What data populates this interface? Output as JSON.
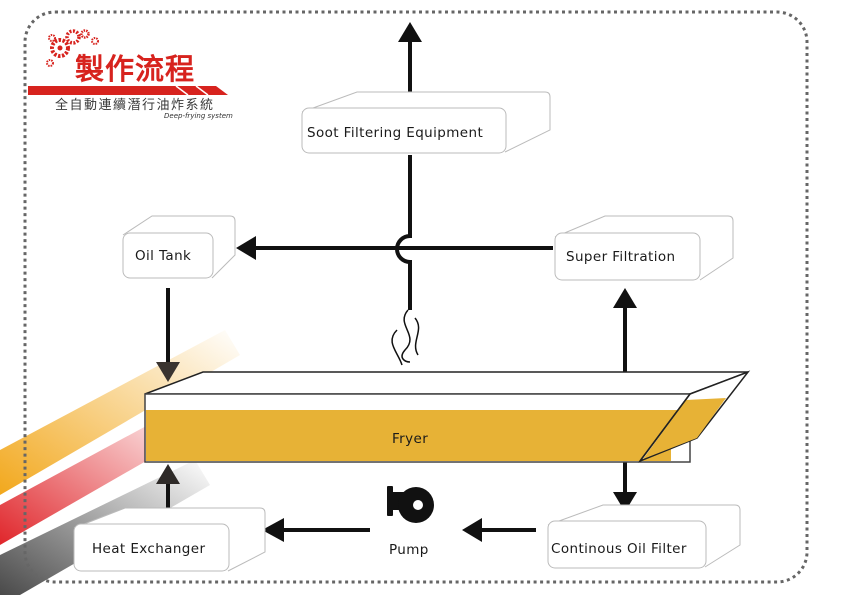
{
  "header": {
    "title": "製作流程",
    "subtitle": "全自動連續潛行油炸系統",
    "subtitle_en": "Deep-frying system",
    "logo_icon": "gears-icon",
    "brand_color": "#d7231e"
  },
  "nodes": {
    "soot": {
      "label": "Soot Filtering Equipment"
    },
    "oil_tank": {
      "label": "Oil Tank"
    },
    "super_filtration": {
      "label": "Super Filtration"
    },
    "fryer": {
      "label": "Fryer"
    },
    "heat_exchanger": {
      "label": "Heat Exchanger"
    },
    "pump": {
      "label": "Pump",
      "icon": "pump-icon"
    },
    "continuous_filter": {
      "label": "Continous Oil Filter"
    }
  },
  "colors": {
    "oil": "#e7b236",
    "stripe_orange": "#f2a81d",
    "stripe_red": "#e0262b",
    "stripe_gray": "#555555",
    "frame": "#666666",
    "arrow": "#111111"
  }
}
